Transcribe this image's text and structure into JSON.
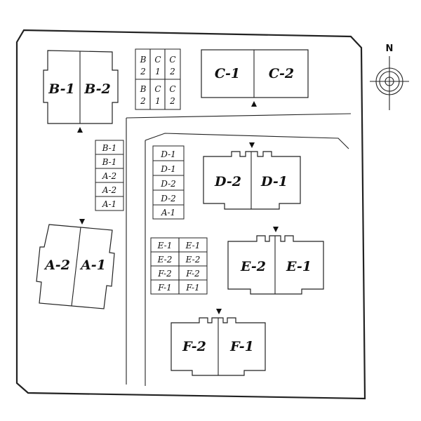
{
  "compass": {
    "label": "N"
  },
  "buildings": {
    "b": {
      "left": "B-1",
      "right": "B-2"
    },
    "c": {
      "left": "C-1",
      "right": "C-2"
    },
    "a": {
      "left": "A-2",
      "right": "A-1"
    },
    "d": {
      "left": "D-2",
      "right": "D-1"
    },
    "e": {
      "left": "E-2",
      "right": "E-1"
    },
    "f": {
      "left": "F-2",
      "right": "F-1"
    }
  },
  "top_parking": [
    {
      "line1": "B",
      "line2": "2"
    },
    {
      "line1": "C",
      "line2": "1"
    },
    {
      "line1": "C",
      "line2": "2"
    },
    {
      "line1": "B",
      "line2": "2"
    },
    {
      "line1": "C",
      "line2": "1"
    },
    {
      "line1": "C",
      "line2": "2"
    }
  ],
  "left_parking": [
    "B-1",
    "B-1",
    "A-2",
    "A-2",
    "A-1"
  ],
  "middle_parking": [
    "D-1",
    "D-1",
    "D-2",
    "D-2",
    "A-1"
  ],
  "lower_parking": {
    "left": [
      "E-1",
      "E-2",
      "F-2",
      "F-1"
    ],
    "right": [
      "E-1",
      "E-2",
      "F-2",
      "F-1"
    ]
  }
}
